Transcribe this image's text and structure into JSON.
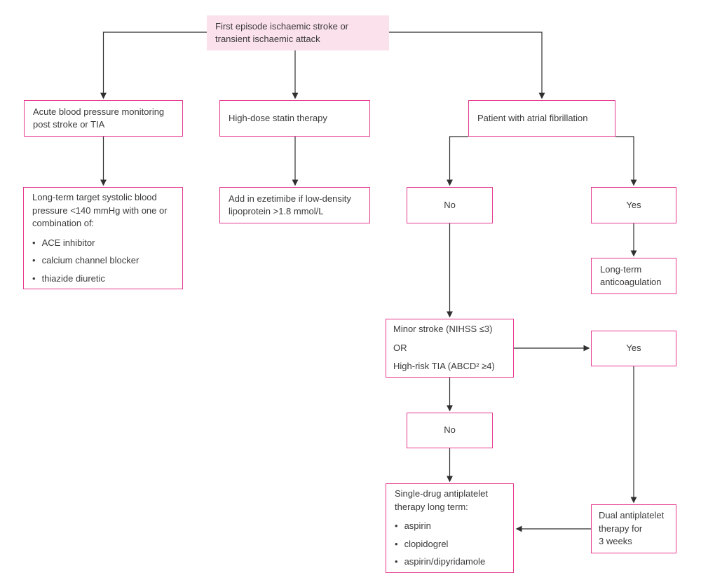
{
  "colors": {
    "box_border": "#e6398f",
    "start_background": "#fbe1ec",
    "text": "#3a3a3a",
    "connector": "#2f2f2f"
  },
  "nodes": {
    "start": {
      "lines": [
        "First episode ischaemic stroke or",
        "transient ischaemic attack"
      ]
    },
    "acute_bp": {
      "text": "Acute blood pressure monitoring post stroke or TIA"
    },
    "statin": {
      "text": "High-dose statin therapy"
    },
    "atrial_fibrillation": {
      "text": "Patient with atrial fibrillation"
    },
    "bp_target": {
      "text": "Long-term target systolic blood pressure <140 mmHg with one or combination of:",
      "bullets": [
        "ACE inhibitor",
        "calcium channel blocker",
        "thiazide diuretic"
      ]
    },
    "ezetimibe": {
      "text": "Add in ezetimibe if low-density lipoprotein >1.8 mmol/L"
    },
    "af_no": {
      "text": "No"
    },
    "af_yes": {
      "text": "Yes"
    },
    "anticoagulation": {
      "text": "Long-term anticoagulation"
    },
    "minor_stroke": {
      "lines": [
        "Minor stroke (NIHSS ≤3)",
        "OR",
        "High-risk TIA (ABCD² ≥4)"
      ]
    },
    "minor_yes": {
      "text": "Yes"
    },
    "minor_no": {
      "text": "No"
    },
    "single_drug": {
      "text": "Single-drug antiplatelet therapy long term:",
      "bullets": [
        "aspirin",
        "clopidogrel",
        "aspirin/dipyridamole"
      ]
    },
    "dual_antiplatelet": {
      "lines": [
        "Dual antiplatelet",
        "therapy for",
        "3 weeks"
      ]
    }
  }
}
